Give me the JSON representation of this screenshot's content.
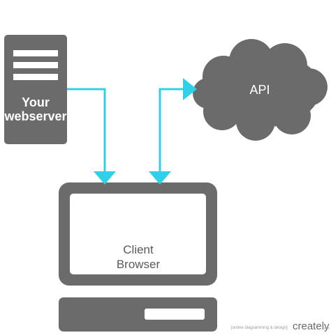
{
  "nodes": {
    "webserver": {
      "line1": "Your",
      "line2": "webserver"
    },
    "api": {
      "label": "API"
    },
    "client": {
      "line1": "Client",
      "line2": "Browser"
    }
  },
  "watermark": {
    "tagline": "[online diagramming & design]",
    "brand": "creately",
    "suffix": ".com"
  },
  "colors": {
    "node_fill": "#6b6b6b",
    "connector": "#2fd0e8",
    "screen_fill": "#ffffff"
  }
}
